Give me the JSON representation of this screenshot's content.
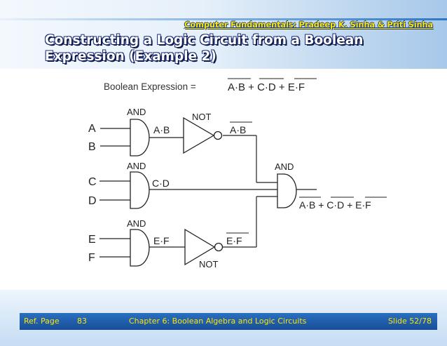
{
  "header": {
    "credits": "Computer Fundamentals: Pradeep K. Sinha & Priti Sinha",
    "title_line1": "Constructing a Logic Circuit from a Boolean",
    "title_line2": "Expression (Example 2)"
  },
  "expression": {
    "label": "Boolean Expression =",
    "formula": "A·B + C·D + E·F"
  },
  "circuit": {
    "inputs": [
      "A",
      "B",
      "C",
      "D",
      "E",
      "F"
    ],
    "gate_labels": {
      "and_ab": "AND",
      "and_cd": "AND",
      "and_ef": "AND",
      "and_out": "AND",
      "not_ab": "NOT",
      "not_ef": "NOT"
    },
    "wire_labels": {
      "ab": "A·B",
      "ab_not": "A·B",
      "cd": "C·D",
      "ef": "E·F",
      "ef_not": "E·F"
    },
    "output_expression": "A·B + C·D + E·F"
  },
  "footer": {
    "ref_label": "Ref. Page",
    "ref_page": "83",
    "chapter": "Chapter 6: Boolean Algebra and Logic Circuits",
    "slide": "Slide 52/78"
  }
}
